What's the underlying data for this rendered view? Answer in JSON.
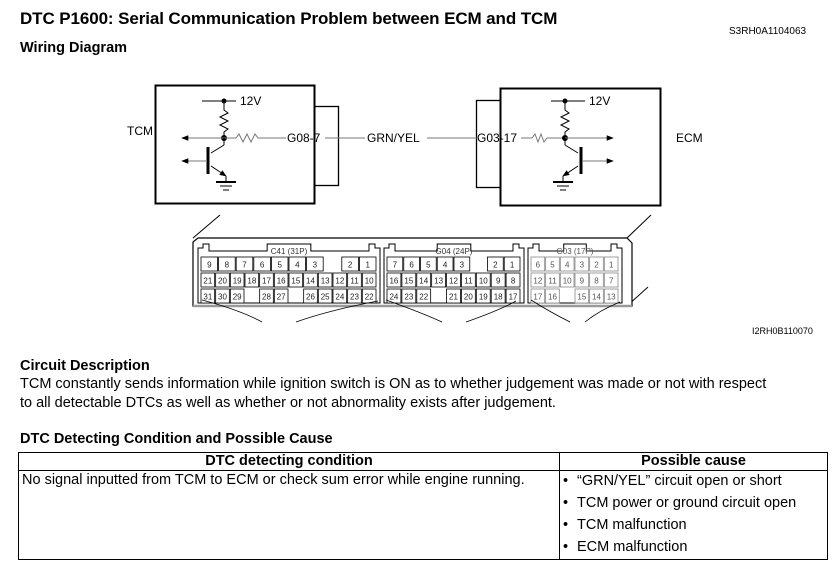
{
  "header": {
    "title": "DTC P1600: Serial Communication Problem between ECM and TCM",
    "doc_id": "S3RH0A1104063"
  },
  "wiring": {
    "heading": "Wiring Diagram",
    "tcm_label": "TCM",
    "ecm_label": "ECM",
    "tcm_voltage": "12V",
    "ecm_voltage": "12V",
    "tcm_terminal": "G08-7",
    "ecm_terminal": "G03-17",
    "wire_color": "GRN/YEL",
    "figure_id": "I2RH0B110070",
    "connectors": [
      {
        "name": "C41 (31P)",
        "rows": [
          [
            "9",
            "8",
            "7",
            "6",
            "5",
            "4",
            "3",
            "",
            "2",
            "1"
          ],
          [
            "21",
            "20",
            "19",
            "18",
            "17",
            "16",
            "15",
            "14",
            "13",
            "12",
            "11",
            "10"
          ],
          [
            "31",
            "30",
            "29",
            "",
            "28",
            "27",
            "",
            "26",
            "25",
            "24",
            "23",
            "22"
          ]
        ]
      },
      {
        "name": "G04 (24P)",
        "rows": [
          [
            "7",
            "6",
            "5",
            "4",
            "3",
            "",
            "2",
            "1"
          ],
          [
            "16",
            "15",
            "14",
            "13",
            "12",
            "11",
            "10",
            "9",
            "8"
          ],
          [
            "24",
            "23",
            "22",
            "",
            "21",
            "20",
            "19",
            "18",
            "17"
          ]
        ]
      },
      {
        "name": "G03 (17P)",
        "rows": [
          [
            "6",
            "5",
            "4",
            "3",
            "2",
            "1"
          ],
          [
            "12",
            "11",
            "10",
            "9",
            "8",
            "7"
          ],
          [
            "17",
            "16",
            "",
            "15",
            "14",
            "13"
          ]
        ]
      }
    ]
  },
  "circuit": {
    "heading": "Circuit Description",
    "lines": [
      "TCM constantly sends information while ignition switch is ON as to whether judgement was made or not with respect",
      "to all detectable DTCs as well as whether or not abnormality exists after judgement."
    ]
  },
  "dtc": {
    "heading": "DTC Detecting Condition and Possible Cause",
    "col_condition": "DTC detecting condition",
    "col_cause": "Possible cause",
    "condition": "No signal inputted from TCM to ECM or check sum error while engine running.",
    "bullet": "•",
    "causes": [
      "“GRN/YEL” circuit open or short",
      "TCM power or ground circuit open",
      "TCM malfunction",
      "ECM malfunction"
    ]
  }
}
